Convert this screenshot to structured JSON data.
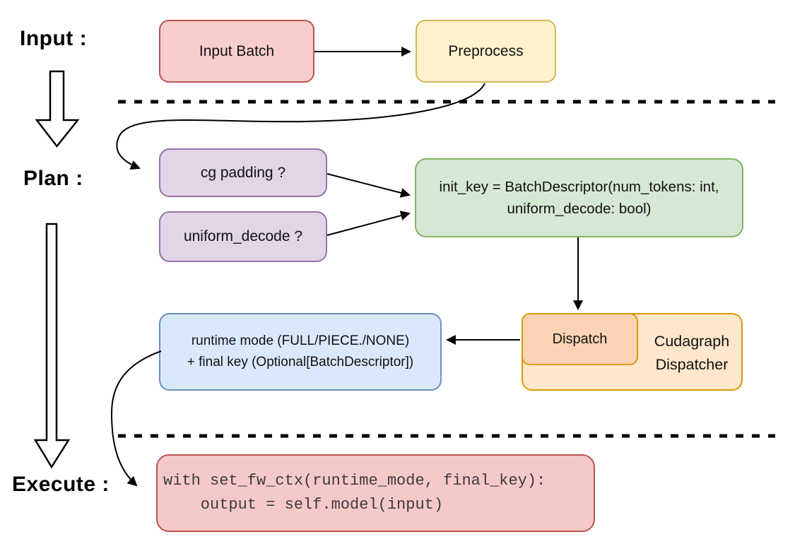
{
  "stage_labels": {
    "input": "Input :",
    "plan": "Plan :",
    "execute": "Execute :"
  },
  "nodes": {
    "input_batch": {
      "label": "Input Batch"
    },
    "preprocess": {
      "label": "Preprocess"
    },
    "cg_padding": {
      "label": "cg padding ?"
    },
    "uniform_decode": {
      "label": "uniform_decode ?"
    },
    "init_key": {
      "line1": "init_key = BatchDescriptor(num_tokens: int,",
      "line2": "uniform_decode: bool)"
    },
    "dispatch": {
      "label": "Dispatch"
    },
    "cudagraph_dispatcher": {
      "line1": "Cudagraph",
      "line2": "Dispatcher"
    },
    "runtime_mode": {
      "line1": "runtime mode (FULL/PIECE./NONE)",
      "line2": "+ final key (Optional[BatchDescriptor])"
    },
    "execute_code": {
      "line1": "with set_fw_ctx(runtime_mode, final_key):",
      "line2": "    output = self.model(input)"
    }
  },
  "edges": [
    {
      "from": "input_batch",
      "to": "preprocess"
    },
    {
      "from": "preprocess",
      "to": "cg_padding"
    },
    {
      "from": "cg_padding",
      "to": "init_key"
    },
    {
      "from": "uniform_decode",
      "to": "init_key"
    },
    {
      "from": "init_key",
      "to": "dispatch"
    },
    {
      "from": "dispatch",
      "to": "runtime_mode"
    },
    {
      "from": "runtime_mode",
      "to": "execute_code"
    }
  ],
  "colors": {
    "pink_fill": "#f8cecc",
    "pink_stroke": "#b85450",
    "yellow_fill": "#fff2cc",
    "yellow_stroke": "#d6b656",
    "purple_fill": "#e1d5e7",
    "purple_stroke": "#9673a6",
    "green_fill": "#d5e8d4",
    "green_stroke": "#82b366",
    "orange_fill": "#ffe6cc",
    "orange_stroke": "#d79b00",
    "orange_inner_fill": "#fcd2b4",
    "blue_fill": "#dae8fc",
    "blue_stroke": "#6c8ebf",
    "execute_fill": "#f6c9c9",
    "execute_stroke": "#c0605c",
    "code_text": "#3b3b3b",
    "line": "#000000"
  }
}
